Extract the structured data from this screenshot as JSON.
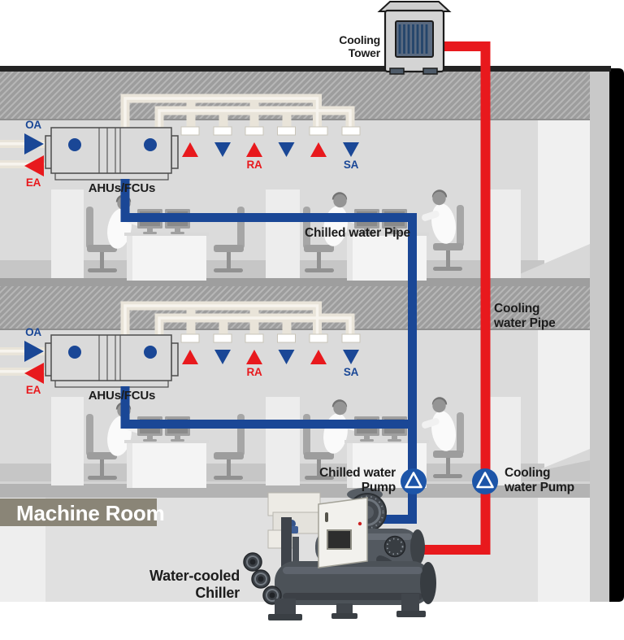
{
  "labels": {
    "cooling_tower_1": "Cooling",
    "cooling_tower_2": "Tower",
    "oa": "OA",
    "ea": "EA",
    "ra": "RA",
    "sa": "SA",
    "ahu": "AHUs/FCUs",
    "chilled_water_pipe": "Chilled water Pipe",
    "cooling_water_pipe_1": "Cooling",
    "cooling_water_pipe_2": "water Pipe",
    "chilled_water_pump_1": "Chilled water",
    "chilled_water_pump_2": "Pump",
    "cooling_water_pump_1": "Cooling",
    "cooling_water_pump_2": "water Pump",
    "machine_room": "Machine Room",
    "chiller_1": "Water-cooled",
    "chiller_2": "Chiller"
  },
  "colors": {
    "chilled_water": "#1a4796",
    "cooling_water": "#e8191d",
    "pump_fill": "#1d55a8",
    "oa_blue": "#1a4796",
    "ea_red": "#e8191d",
    "duct": "#e9e4d9",
    "machine_room_banner": "#8a8577",
    "label_text": "#1c1c1c"
  }
}
